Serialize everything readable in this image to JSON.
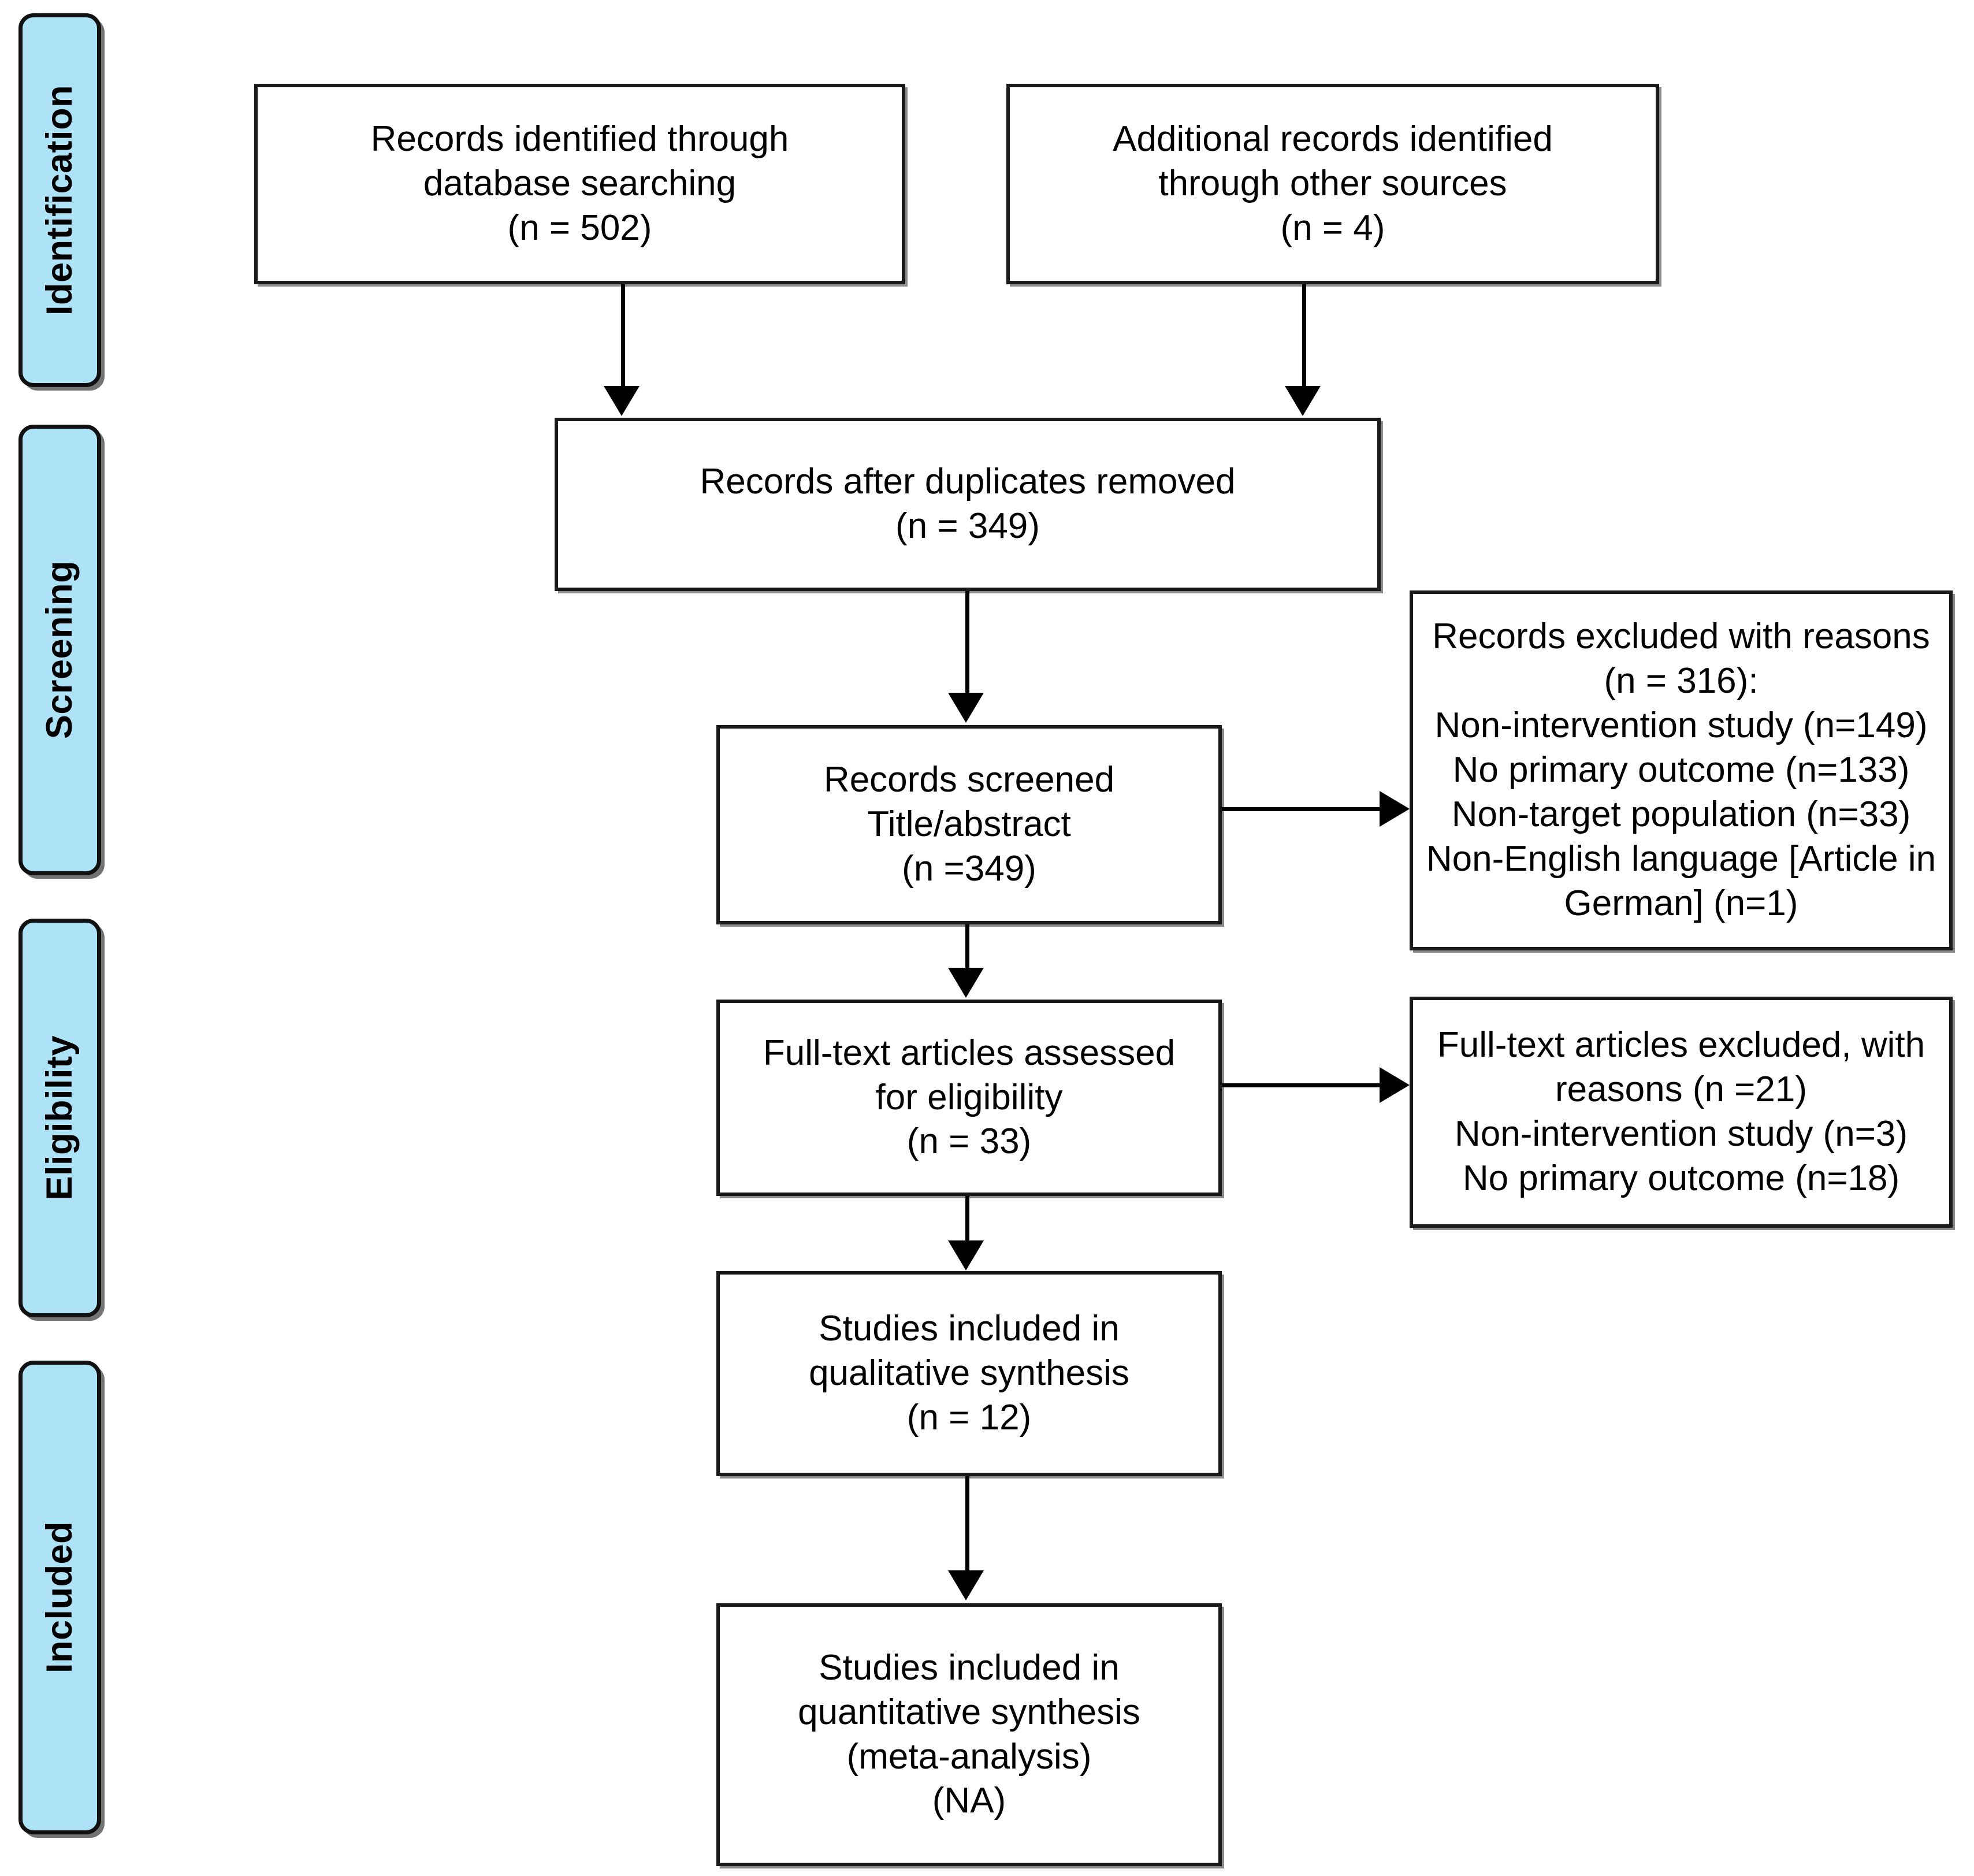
{
  "diagram": {
    "type": "PRISMA flow diagram",
    "stages": [
      {
        "id": "identification",
        "label": "Identification"
      },
      {
        "id": "screening",
        "label": "Screening"
      },
      {
        "id": "eligibility",
        "label": "Eligibility"
      },
      {
        "id": "included",
        "label": "Included"
      }
    ],
    "boxes": {
      "db_search": {
        "line1": "Records identified through",
        "line2": "database searching",
        "line3": "(n = 502)"
      },
      "other_sources": {
        "line1": "Additional records identified",
        "line2": "through other sources",
        "line3": "(n = 4)"
      },
      "duplicates_removed": {
        "line1": "Records after duplicates removed",
        "line2": "(n = 349)"
      },
      "records_screened": {
        "line1": "Records screened",
        "line2": "Title/abstract",
        "line3": "(n =349)"
      },
      "records_excluded": {
        "line1": "Records excluded with reasons",
        "line2": "(n = 316):",
        "line3": "Non-intervention study (n=149)",
        "line4": "No primary outcome (n=133)",
        "line5": "Non-target population (n=33)",
        "line6": "Non-English language [Article in German] (n=1)"
      },
      "fulltext_assessed": {
        "line1": "Full-text articles assessed",
        "line2": "for eligibility",
        "line3": "(n = 33)"
      },
      "fulltext_excluded": {
        "line1": "Full-text articles excluded, with reasons (n =21)",
        "line2": "Non-intervention study (n=3)",
        "line3": "No primary outcome (n=18)"
      },
      "qualitative_synthesis": {
        "line1": "Studies included in",
        "line2": "qualitative synthesis",
        "line3": "(n = 12)"
      },
      "quantitative_synthesis": {
        "line1": "Studies included in",
        "line2": "quantitative synthesis",
        "line3": "(meta-analysis)",
        "line4": "(NA)"
      }
    },
    "colors": {
      "stage_tab_fill": "#AEE2F7",
      "stage_tab_border": "#111111",
      "box_border": "#1a1a1a",
      "connector": "#000000",
      "background": "#FFFFFF"
    }
  }
}
